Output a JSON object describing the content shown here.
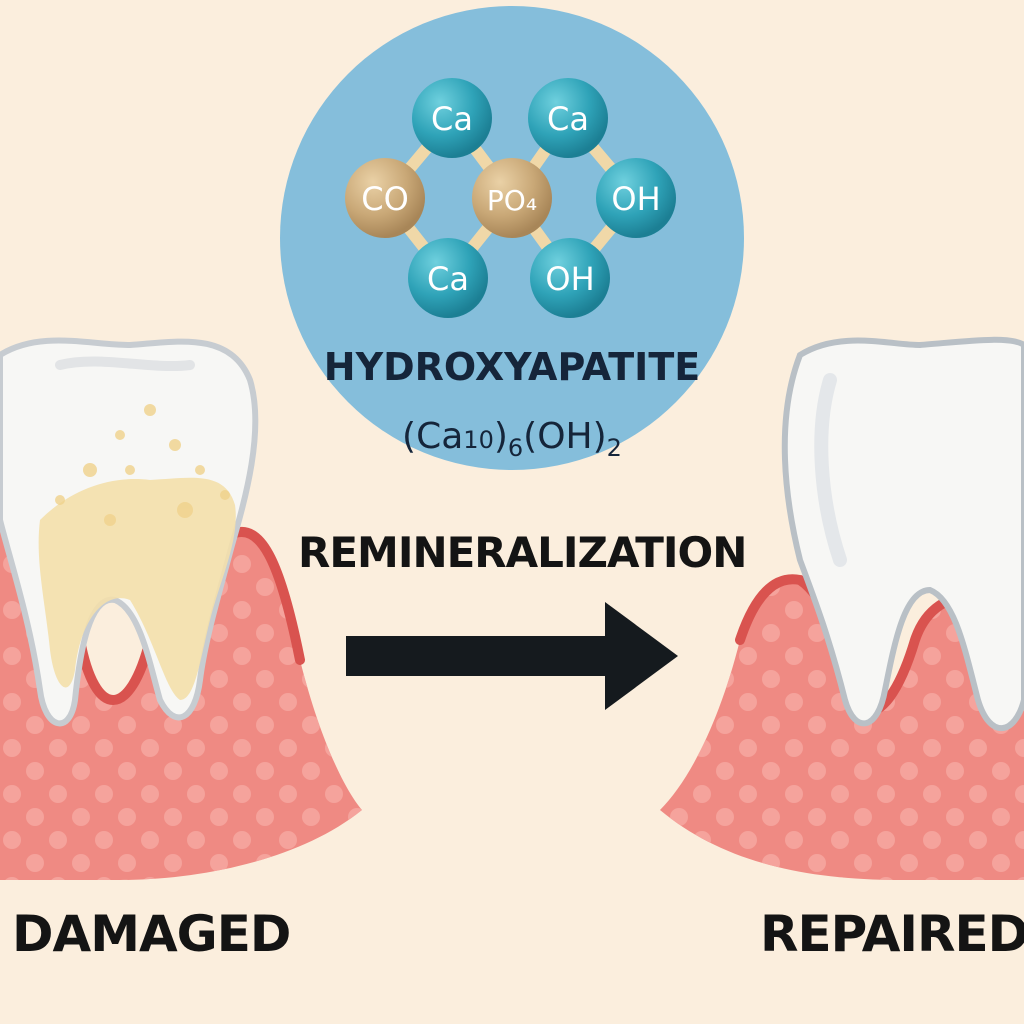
{
  "molecule": {
    "atoms": [
      {
        "label": "Ca",
        "kind": "calcium"
      },
      {
        "label": "Ca",
        "kind": "calcium"
      },
      {
        "label": "CO",
        "kind": "carbonate"
      },
      {
        "label": "PO₄",
        "kind": "phosphate"
      },
      {
        "label": "OH",
        "kind": "hydroxide"
      },
      {
        "label": "Ca",
        "kind": "calcium"
      },
      {
        "label": "OH",
        "kind": "hydroxide"
      }
    ],
    "name": "HYDROXYAPATITE",
    "formula_main": "(Ca",
    "formula_sub1": "10",
    "formula_mid": ")",
    "formula_sub2": "6",
    "formula_end": "(OH)",
    "formula_sub3": "2"
  },
  "process_label": "REMINERALIZATION",
  "states": {
    "before": "DAMAGED",
    "after": "REPAIRED"
  },
  "colors": {
    "background": "#fbeedd",
    "circle": "#85bedb",
    "calcium": "#2fa3b8",
    "neutral_atom": "#c9a877",
    "gum": "#ef8a83",
    "gum_dark": "#d9534f",
    "enamel": "#f7f7f5",
    "decay": "#f3dfab",
    "arrow": "#151a1e"
  }
}
